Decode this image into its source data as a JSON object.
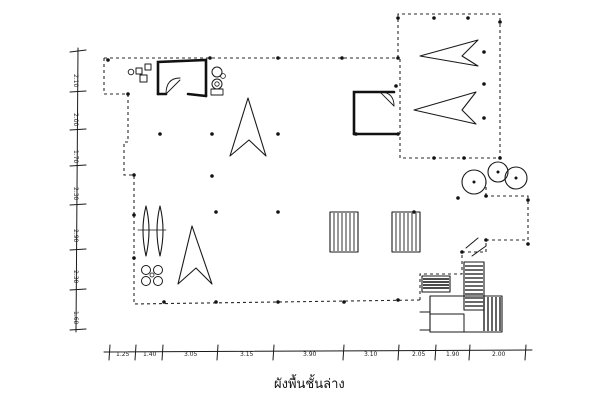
{
  "caption": "ผังพื้นชั้นล่าง",
  "dimensions": {
    "bottom": [
      "1.25",
      "1.40",
      "3.05",
      "3.15",
      "3.90",
      "3.10",
      "2.05",
      "1.90",
      "2.00"
    ],
    "left": [
      "2.10",
      "2.00",
      "1.70",
      "2.30",
      "2.90",
      "2.30",
      "1.60"
    ]
  }
}
